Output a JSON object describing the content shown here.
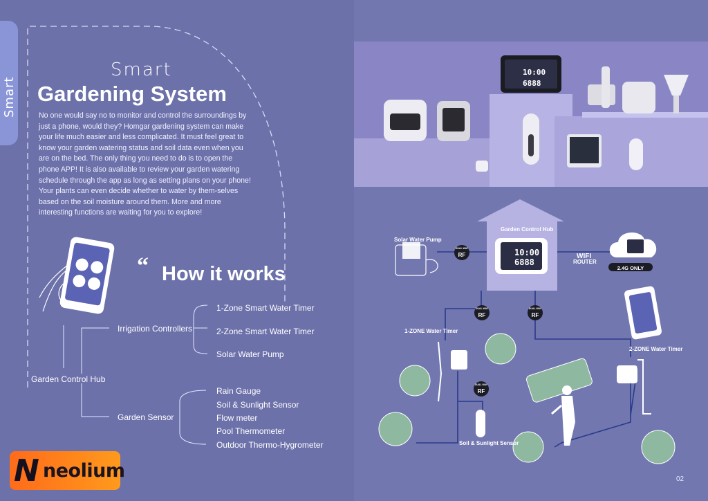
{
  "left": {
    "side_tab": "Smart",
    "smart_script": "Smart",
    "title": "Gardening System",
    "intro": "No one would say no to monitor and control the surroundings by just a phone, would they? Homgar gardening system can make your life much easier and less complicated. It must feel great to know your garden watering status and soil data even when you are on the bed. The only thing you need to do is to open the phone APP! It is also available to review your garden watering schedule through the app as long as setting plans on your phone! Your plants can even decide whether to water by them-selves based on the soil moisture around them. More and more interesting functions are waiting for you to explore!",
    "quote_mark": "“",
    "how_title": "How it works",
    "tree": {
      "root": "Garden Control Hub",
      "irrigation": "Irrigation Controllers",
      "irrigation_items": [
        "1-Zone Smart Water Timer",
        "2-Zone Smart Water Timer",
        "Solar Water Pump"
      ],
      "sensor": "Garden Sensor",
      "sensor_items": [
        "Rain Gauge",
        "Soil & Sunlight Sensor",
        "Flow meter",
        "Pool Thermometer",
        "Outdoor Thermo-Hygrometer"
      ]
    },
    "logo_glyph": "N",
    "logo_text": "neolium"
  },
  "right": {
    "hub_label": "Garden Control Hub",
    "solar_pump": "Solar Water Pump",
    "wifi": "WIFI",
    "router": "ROUTER",
    "only_24g": "2.4G ONLY",
    "zone1": "1-ZONE Water Timer",
    "zone2": "2-ZONE Water Timer",
    "soil_sensor": "Soil & Sunlight Sensor",
    "rf_top": "DUAL WAY",
    "rf": "RF",
    "display_top": "10:00",
    "display_bottom": "6888",
    "page_number": "02"
  },
  "colors": {
    "background": "#6f74ad",
    "accent_orange": "#ff8a1c",
    "line_dark": "#2a3a8a",
    "plant_green": "#8fb8a0"
  }
}
